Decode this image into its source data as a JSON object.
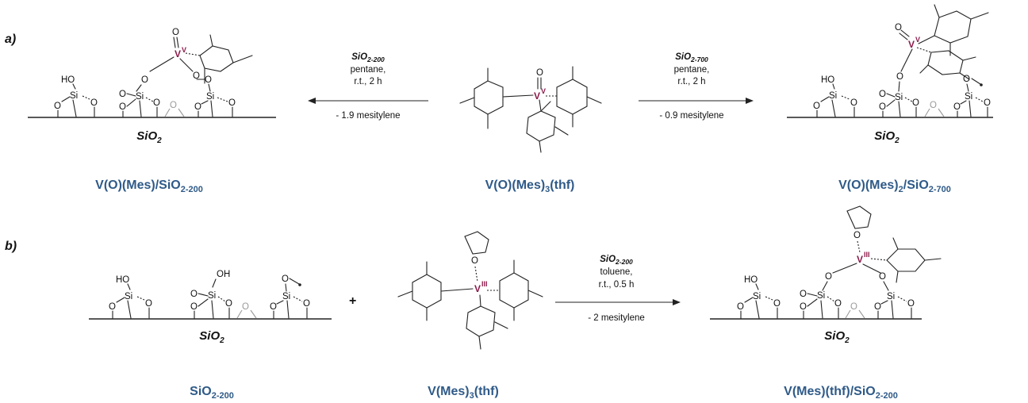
{
  "panels": {
    "a": "a)",
    "b": "b)"
  },
  "surface_label": "SiO",
  "surface_sub": "2",
  "atoms": {
    "silicon": "Si",
    "oxygen": "O",
    "hydroxyl": "HO",
    "hydroxyl_r": "OH",
    "vanadium": "V",
    "vanadium_5": "V",
    "vanadium_3": "III",
    "oxidation_5": "V"
  },
  "reaction_a_left": {
    "support_main": "SiO",
    "support_sub": "2-200",
    "solvent": "pentane,",
    "conditions": "r.t., 2 h",
    "byproduct": "- 1.9 mesitylene"
  },
  "reaction_a_right": {
    "support_main": "SiO",
    "support_sub": "2-700",
    "solvent": "pentane,",
    "conditions": "r.t., 2 h",
    "byproduct": "- 0.9 mesitylene"
  },
  "reaction_b": {
    "support_main": "SiO",
    "support_sub": "2-200",
    "solvent": "toluene,",
    "conditions": "r.t., 0.5 h",
    "byproduct": "- 2 mesitylene",
    "plus": "+"
  },
  "names": {
    "a_left": {
      "p1": "V(O)(Mes)/SiO",
      "sub": "2-200"
    },
    "a_mid": {
      "p1": "V(O)(Mes)",
      "sub": "3",
      "p2": "(thf)"
    },
    "a_right": {
      "p1": "V(O)(Mes)",
      "sub1": "2",
      "p2": "/SiO",
      "sub2": "2-700"
    },
    "b_left": {
      "p1": "SiO",
      "sub": "2-200"
    },
    "b_mid": {
      "p1": "V(Mes)",
      "sub": "3",
      "p2": "(thf)"
    },
    "b_right": {
      "p1": "V(Mes)(thf)/SiO",
      "sub": "2-200"
    }
  },
  "colors": {
    "name_blue": "#2f5a88",
    "vanadium_purple": "#8b1a4a",
    "bond_black": "#222222",
    "bridge_gray": "#9a9a9a"
  }
}
